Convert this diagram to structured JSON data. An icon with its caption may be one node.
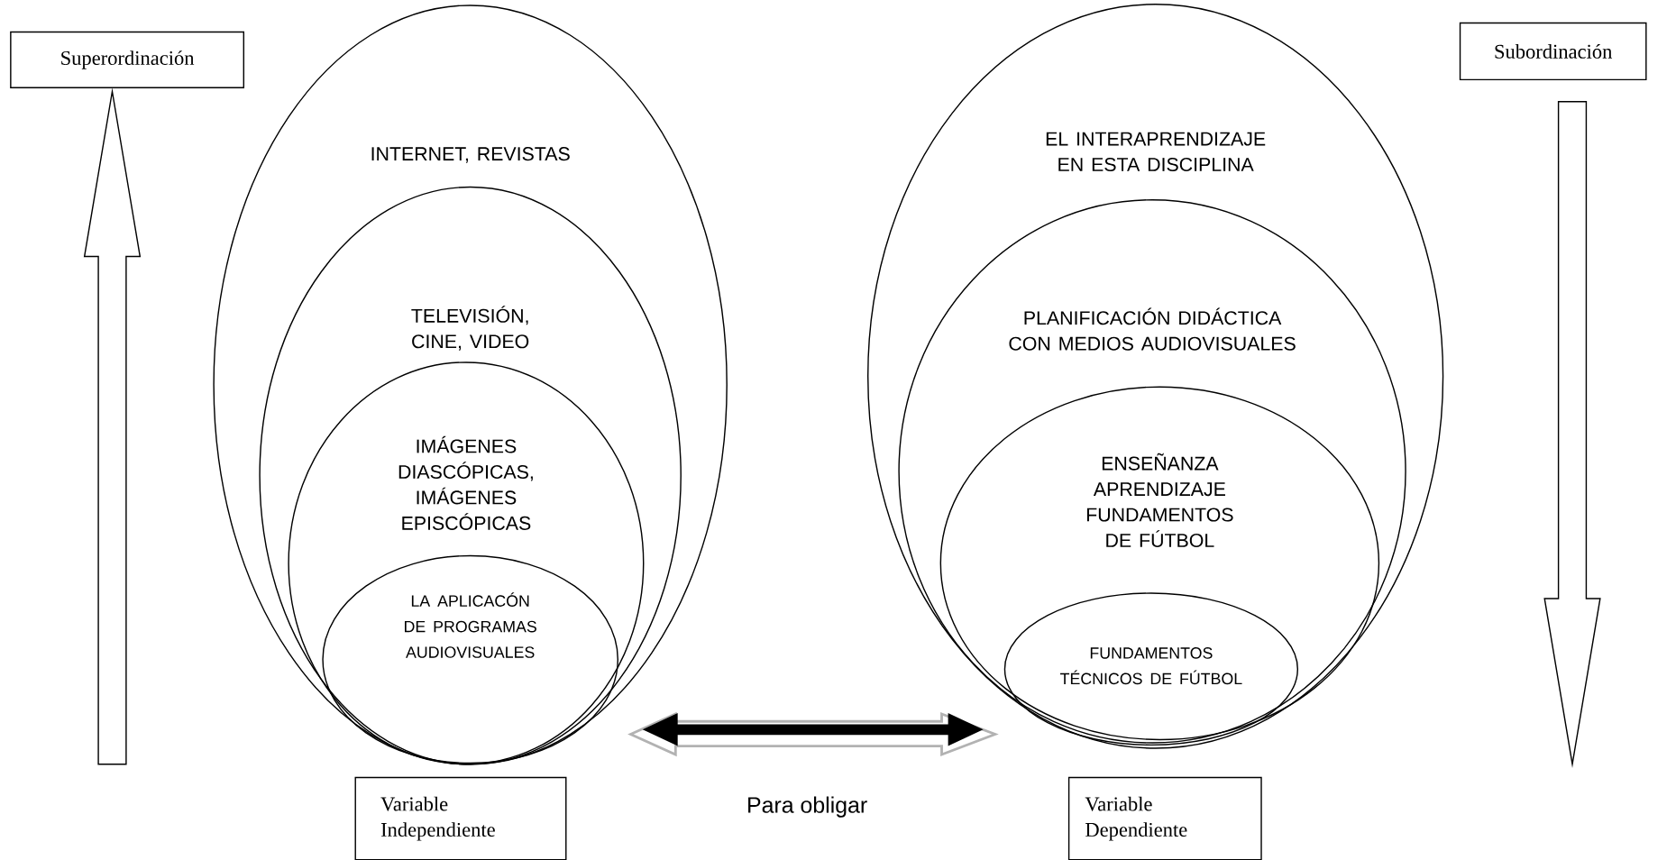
{
  "diagram": {
    "nodes": [
      {
        "text": [
          "Superordinación"
        ]
      },
      {
        "text": [
          "Subordinación"
        ]
      },
      {
        "text": [
          "INTERNET, REVISTAS"
        ]
      },
      {
        "text": [
          "TELEVISIÓN, CINE, VIDEO"
        ],
        "in": 2
      },
      {
        "text": [
          "IMÁGENES DIASCÓPICAS, IMÁGENES EPISCÓPICAS"
        ],
        "in": 3
      },
      {
        "text": [
          "LA APLICACÓN DE PROGRAMAS AUDIOVISUALES"
        ],
        "in": 4
      },
      {
        "text": [
          "EL INTERAPRENDIZAJE EN ESTA DISCIPLINA"
        ]
      },
      {
        "text": [
          "PLANIFICACIÓN DIDÁCTICA CON MEDIOS AUDIOVISUALES"
        ],
        "in": 6
      },
      {
        "text": [
          "ENSEÑANZA APRENDIZAJE FUNDAMENTOS DE FÚTBOL"
        ],
        "in": 7
      },
      {
        "text": [
          "FUNDAMENTOS TÉCNICOS DE FÚTBOL"
        ],
        "in": 8
      },
      {
        "text": [
          "Variable Independiente"
        ]
      },
      {
        "text": [
          "Variable Dependiente"
        ]
      }
    ],
    "edges": [
      {
        "from": 5,
        "to": 9,
        "arrow": "both"
      },
      {
        "from": null,
        "to": 0,
        "arrow": "to"
      },
      {
        "from": 1,
        "to": null,
        "arrow": "to"
      }
    ],
    "labels": [
      "Para obligar"
    ]
  }
}
